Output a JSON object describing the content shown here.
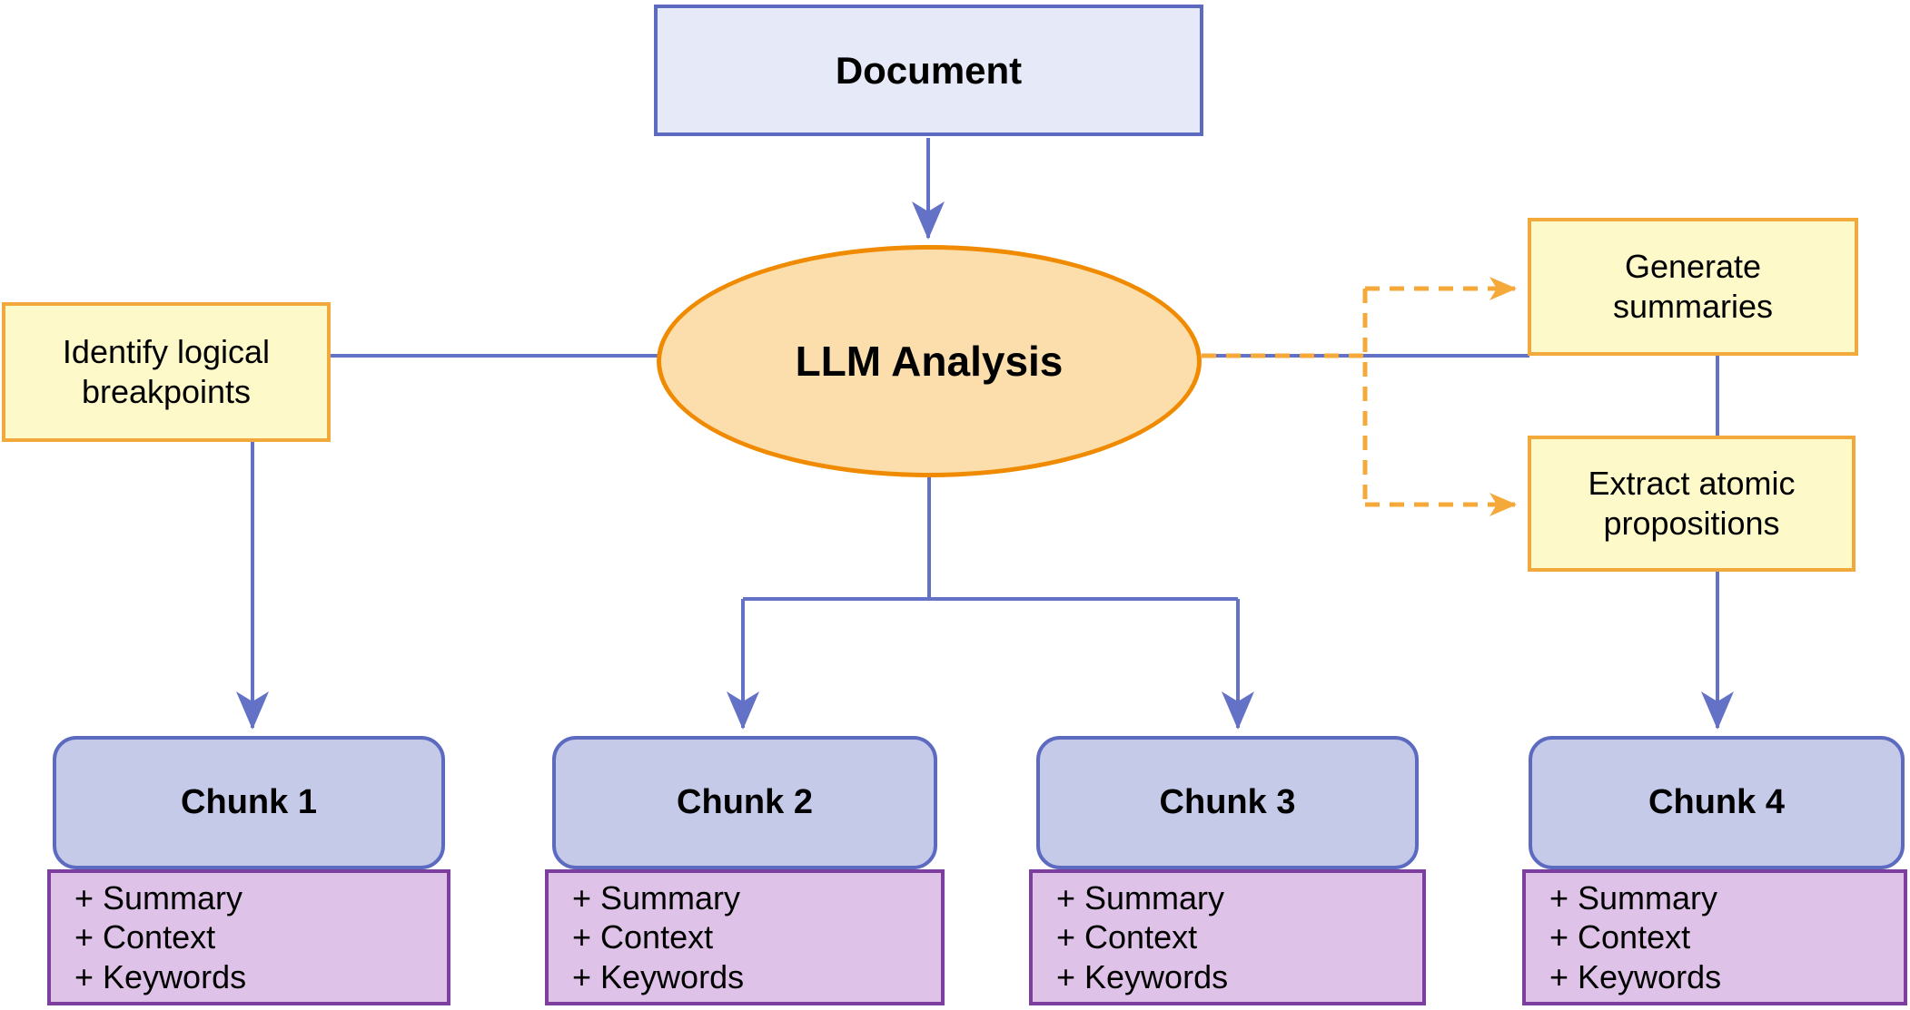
{
  "colors": {
    "background": "#FFFFFF",
    "text": "#000000",
    "line-blue": "#6371C7",
    "node-blue-border": "#5C6BC0",
    "document-fill": "#E6E9F7",
    "chunk-fill": "#C5CAE9",
    "ellipse-fill": "#FCDEAC",
    "ellipse-border": "#F08A00",
    "yellow-fill": "#FEF9C8",
    "yellow-border": "#F2A93B",
    "dash-orange": "#F5A93B",
    "purple-fill": "#DFC2E8",
    "purple-border": "#7D3F9D"
  },
  "nodes": {
    "document": {
      "label": "Document"
    },
    "llm_analysis": {
      "label": "LLM Analysis"
    },
    "identify": {
      "label": "Identify logical breakpoints"
    },
    "generate": {
      "label": "Generate summaries"
    },
    "extract": {
      "label": "Extract atomic propositions"
    },
    "chunks": [
      {
        "label": "Chunk 1",
        "items": [
          "+ Summary",
          "+ Context",
          "+ Keywords"
        ]
      },
      {
        "label": "Chunk 2",
        "items": [
          "+ Summary",
          "+ Context",
          "+ Keywords"
        ]
      },
      {
        "label": "Chunk 3",
        "items": [
          "+ Summary",
          "+ Context",
          "+ Keywords"
        ]
      },
      {
        "label": "Chunk 4",
        "items": [
          "+ Summary",
          "+ Context",
          "+ Keywords"
        ]
      }
    ]
  }
}
